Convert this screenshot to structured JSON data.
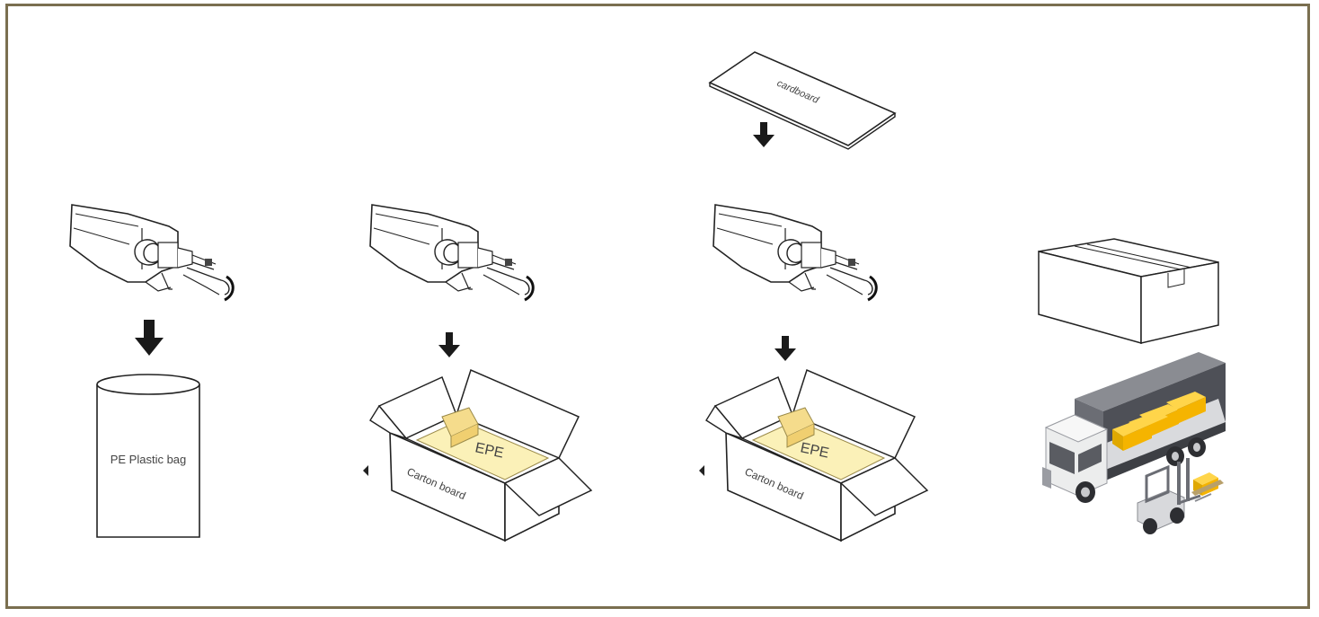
{
  "labels": {
    "pe_bag": "PE Plastic bag",
    "epe": "EPE",
    "carton": "Carton board",
    "cardboard": "cardboard"
  },
  "colors": {
    "frame": "#7a6f50",
    "epe_fill": "#fbf1b8",
    "epe_block": "#f5dc8c",
    "arrow": "#1a1a1a",
    "line": "#222222",
    "truck_body": "#5d5f66",
    "cargo": "#f5b400"
  },
  "icons": [
    "device-icon",
    "down-arrow-icon",
    "plastic-bag-icon",
    "open-carton-icon",
    "cardboard-sheet-icon",
    "closed-box-icon",
    "truck-icon",
    "forklift-icon"
  ]
}
